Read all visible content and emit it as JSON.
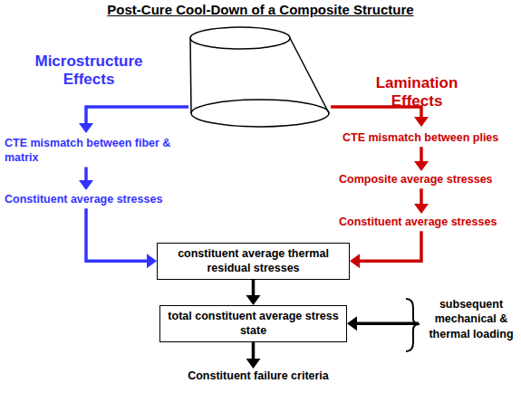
{
  "diagram": {
    "title": "Post-Cure Cool-Down of a Composite Structure",
    "nodes": [
      {
        "text": [
          "CTE mismatch between fiber & matrix"
        ]
      },
      {
        "text": [
          "Constituent average stresses"
        ]
      },
      {
        "text": [
          "CTE mismatch between plies"
        ]
      },
      {
        "text": [
          "Composite average stresses"
        ]
      },
      {
        "text": [
          "Constituent average stresses"
        ]
      },
      {
        "text": [
          "constituent average thermal residual stresses"
        ]
      },
      {
        "text": [
          "total constituent average stress state"
        ]
      },
      {
        "text": [
          "subsequent mechanical & thermal loading"
        ]
      },
      {
        "text": [
          "Constituent failure criteria"
        ]
      }
    ],
    "edges": [
      {
        "from": 0,
        "to": 1,
        "arrow": "to"
      },
      {
        "from": 1,
        "to": 5,
        "arrow": "to"
      },
      {
        "from": 2,
        "to": 3,
        "arrow": "to"
      },
      {
        "from": 3,
        "to": 4,
        "arrow": "to"
      },
      {
        "from": 4,
        "to": 5,
        "arrow": "to"
      },
      {
        "from": 5,
        "to": 6,
        "arrow": "to"
      },
      {
        "from": 6,
        "to": 8,
        "arrow": "to"
      },
      {
        "from": 7,
        "to": 6,
        "arrow": "to"
      }
    ],
    "labels": [
      "Microstructure Effects",
      "Lamination Effects"
    ]
  }
}
